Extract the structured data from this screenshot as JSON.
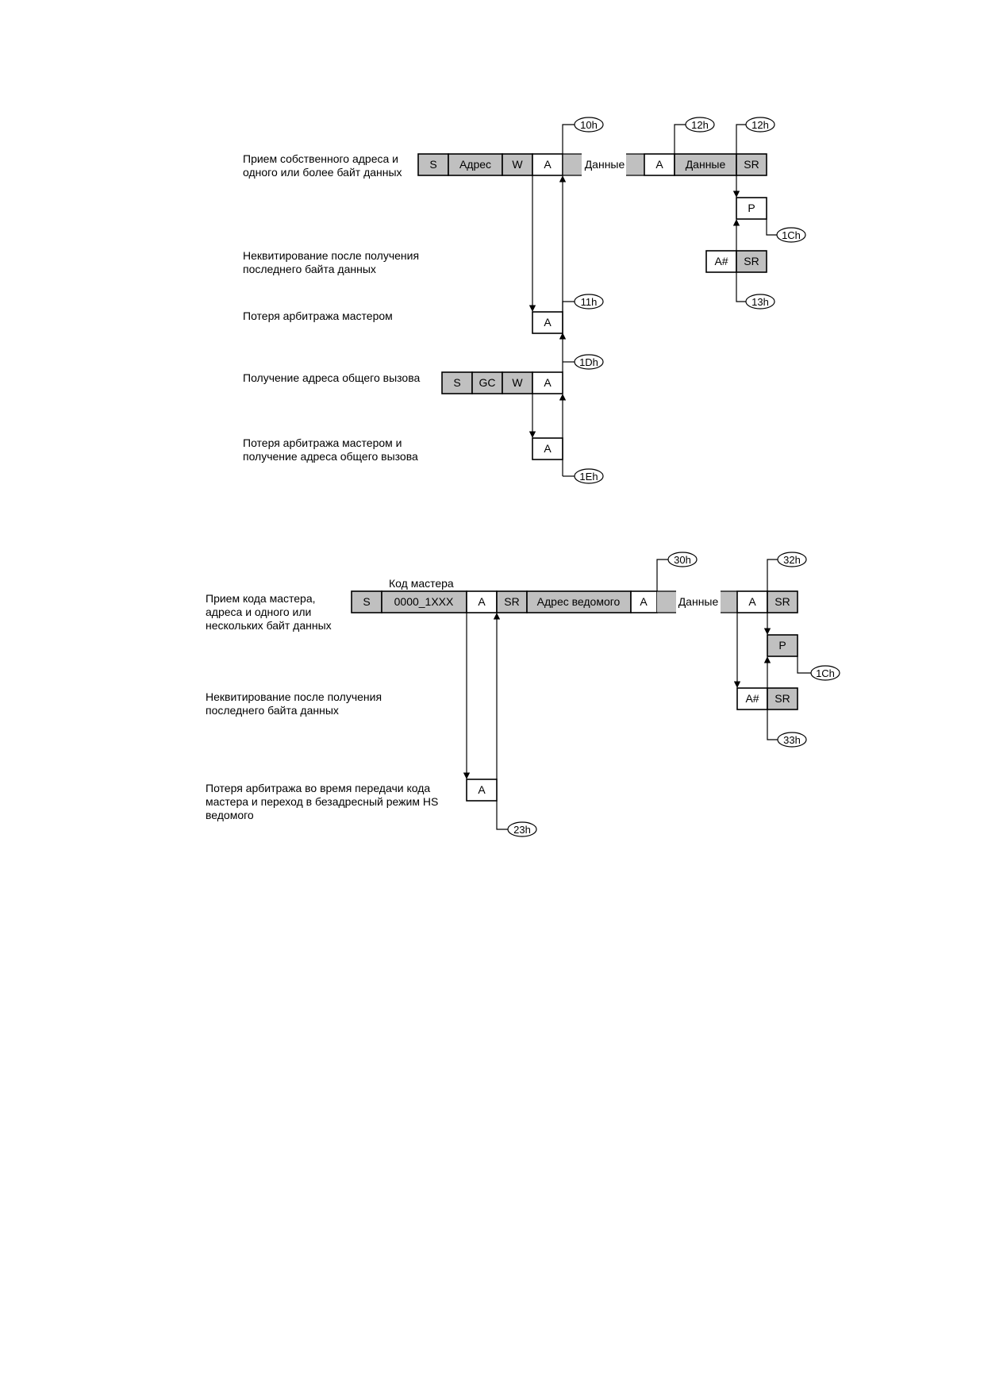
{
  "diagram1": {
    "labels": {
      "own_address": [
        "Прием собственного адреса и",
        "одного или более байт данных"
      ],
      "nack_last": [
        "Неквитирование после получения",
        "последнего байта данных"
      ],
      "arb_lost": [
        "Потеря арбитража мастером"
      ],
      "general_call": [
        "Получение адреса общего вызова"
      ],
      "arb_lost_gc": [
        "Потеря арбитража мастером и",
        "получение адреса общего вызова"
      ]
    },
    "row1": {
      "s": "S",
      "addr": "Адрес",
      "w": "W",
      "a": "A",
      "data_gap": "Данные",
      "a2": "A",
      "data": "Данные",
      "sr": "SR"
    },
    "p": "P",
    "ahash_row": {
      "ahash": "A#",
      "sr": "SR"
    },
    "a_arb": "A",
    "gc_row": {
      "s": "S",
      "gc": "GC",
      "w": "W",
      "a": "A"
    },
    "a_gc": "A",
    "tags": {
      "t10": "10h",
      "t12a": "12h",
      "t12b": "12h",
      "t1c": "1Ch",
      "t13": "13h",
      "t11": "11h",
      "t1d": "1Dh",
      "t1e": "1Eh"
    }
  },
  "diagram2": {
    "labels": {
      "master_code": [
        "Прием кода мастера,",
        "адреса и одного или",
        "нескольких байт данных"
      ],
      "nack_last": [
        "Неквитирование после получения",
        "последнего байта данных"
      ],
      "arb_lost_hs": [
        "Потеря арбитража во время передачи кода",
        "мастера и переход в безадресный режим HS",
        "ведомого"
      ]
    },
    "code_label": "Код мастера",
    "row1": {
      "s": "S",
      "code": "0000_1XXX",
      "a": "A",
      "sr": "SR",
      "slave_addr": "Адрес ведомого",
      "a2": "A",
      "data_gap": "Данные",
      "a3": "A",
      "sr2": "SR"
    },
    "p": "P",
    "ahash_row": {
      "ahash": "A#",
      "sr": "SR"
    },
    "a_arb": "A",
    "tags": {
      "t30": "30h",
      "t32": "32h",
      "t1c": "1Ch",
      "t33": "33h",
      "t23": "23h"
    }
  },
  "colors": {
    "gray_cell": "#c0c0c0",
    "white_cell": "#ffffff",
    "line": "#000000"
  }
}
